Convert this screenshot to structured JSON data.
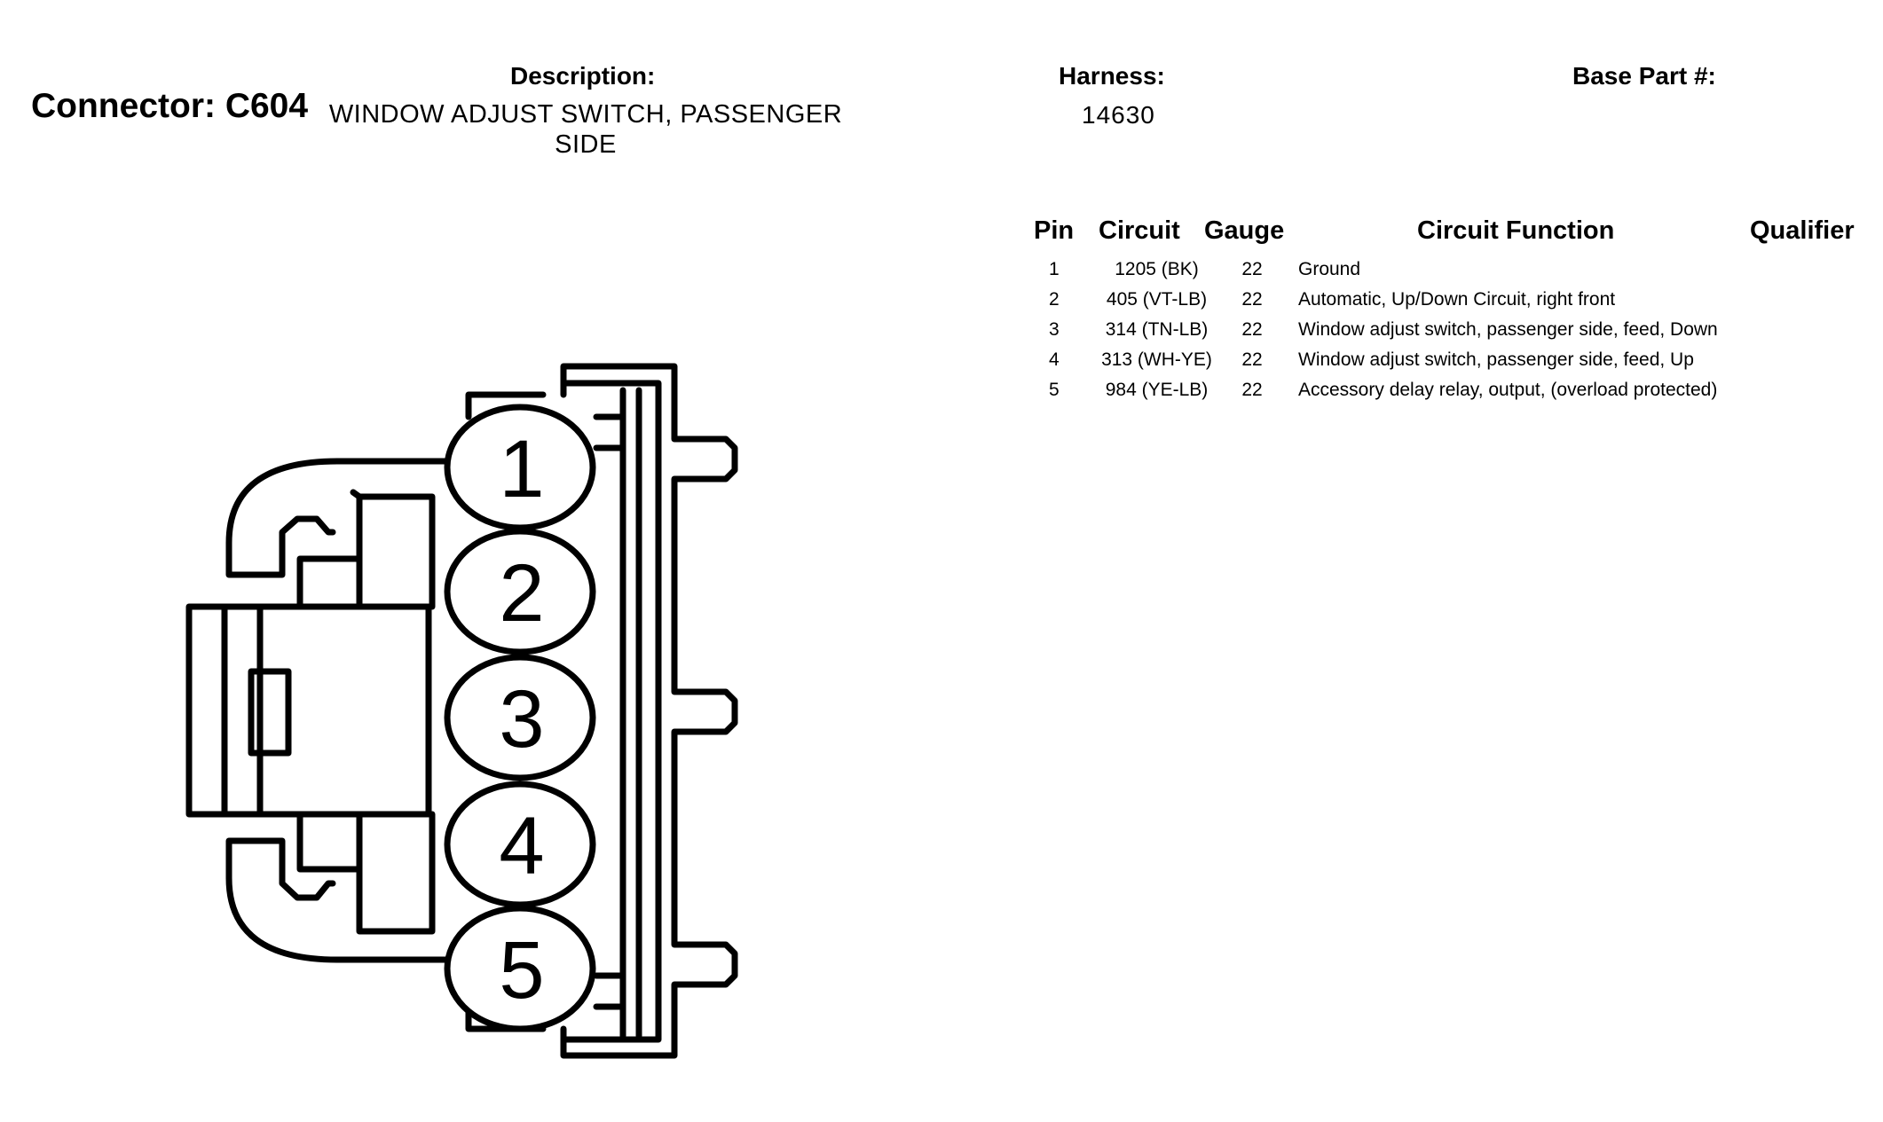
{
  "header": {
    "connector_title": "Connector: C604",
    "description_label": "Description:",
    "description_line1": "WINDOW ADJUST SWITCH, PASSENGER",
    "description_line2": "SIDE",
    "harness_label": "Harness:",
    "harness_value": "14630",
    "base_part_label": "Base Part #:",
    "base_part_value": ""
  },
  "table": {
    "columns": {
      "pin": "Pin",
      "circuit": "Circuit",
      "gauge": "Gauge",
      "function": "Circuit Function",
      "qualifier": "Qualifier"
    },
    "rows": [
      {
        "pin": "1",
        "circuit": "1205 (BK)",
        "gauge": "22",
        "function": "Ground",
        "qualifier": ""
      },
      {
        "pin": "2",
        "circuit": "405 (VT-LB)",
        "gauge": "22",
        "function": "Automatic, Up/Down Circuit, right front",
        "qualifier": ""
      },
      {
        "pin": "3",
        "circuit": "314 (TN-LB)",
        "gauge": "22",
        "function": "Window adjust switch, passenger side, feed, Down",
        "qualifier": ""
      },
      {
        "pin": "4",
        "circuit": "313 (WH-YE)",
        "gauge": "22",
        "function": "Window adjust switch, passenger side, feed, Up",
        "qualifier": ""
      },
      {
        "pin": "5",
        "circuit": "984 (YE-LB)",
        "gauge": "22",
        "function": "Accessory delay relay, output, (overload protected)",
        "qualifier": ""
      }
    ]
  },
  "diagram": {
    "pins": [
      "1",
      "2",
      "3",
      "4",
      "5"
    ]
  }
}
